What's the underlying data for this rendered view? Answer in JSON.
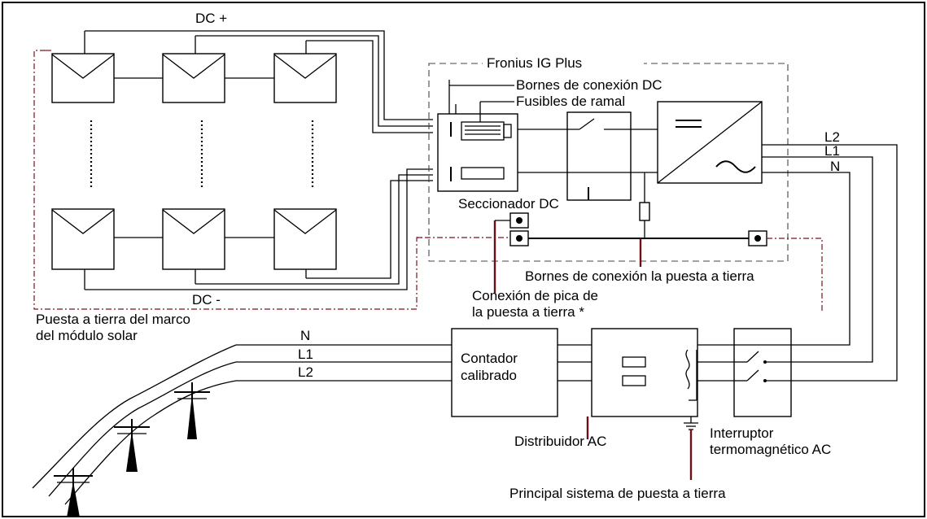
{
  "labels": {
    "dc_plus": "DC +",
    "dc_minus": "DC -",
    "inverter": "Fronius IG Plus",
    "dc_terminals": "Bornes de conexión DC",
    "string_fuses": "Fusibles de ramal",
    "dc_disconnect": "Seccionador DC",
    "ground_terminals": "Bornes de conexión la puesta a tierra",
    "ground_rod_1": "Conexión de pica de",
    "ground_rod_2": "la puesta a tierra *",
    "frame_ground_1": "Puesta a tierra del marco",
    "frame_ground_2": "del módulo solar",
    "l2_out": "L2",
    "l1_out": "L1",
    "n_out": "N",
    "n_grid": "N",
    "l1_grid": "L1",
    "l2_grid": "L2",
    "meter_1": "Contador",
    "meter_2": "calibrado",
    "ac_distributor": "Distribuidor AC",
    "breaker_1": "Interruptor",
    "breaker_2": "termomagnético AC",
    "main_ground": "Principal sistema de puesta a tierra"
  },
  "colors": {
    "wire": "#000000",
    "ground_wire": "#7a1420",
    "background": "#ffffff"
  }
}
